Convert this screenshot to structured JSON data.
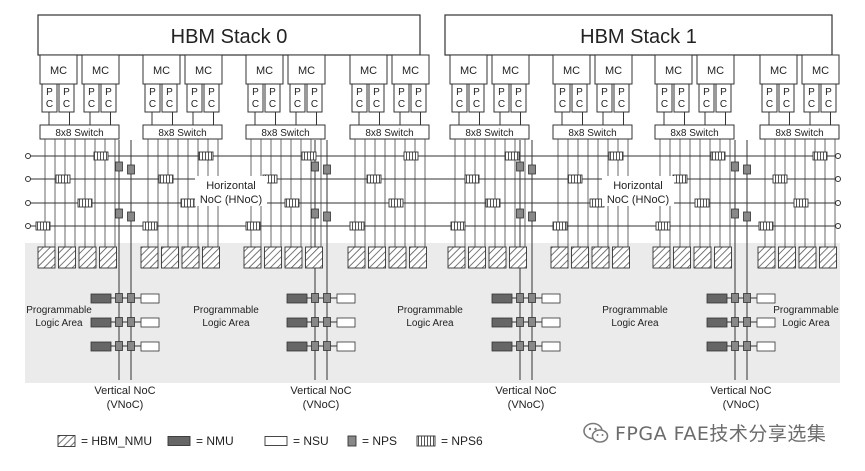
{
  "stacks": [
    {
      "title": "HBM Stack 0"
    },
    {
      "title": "HBM Stack 1"
    }
  ],
  "labels": {
    "mc": "MC",
    "pc_top": "P",
    "pc_bottom": "C",
    "switch": "8x8 Switch",
    "hnoc_line1": "Horizontal",
    "hnoc_line2": "NoC (HNoC)",
    "pla_line1": "Programmable",
    "pla_line2": "Logic Area",
    "vnoc_line1": "Vertical NoC",
    "vnoc_line2": "(VNoC)"
  },
  "legend": [
    {
      "key": "hbm_nmu",
      "label": "= HBM_NMU"
    },
    {
      "key": "nmu",
      "label": "= NMU"
    },
    {
      "key": "nsu",
      "label": "= NSU"
    },
    {
      "key": "nps",
      "label": "= NPS"
    },
    {
      "key": "nps6",
      "label": "= NPS6"
    }
  ],
  "watermark": "FPGA FAE技术分享选集"
}
